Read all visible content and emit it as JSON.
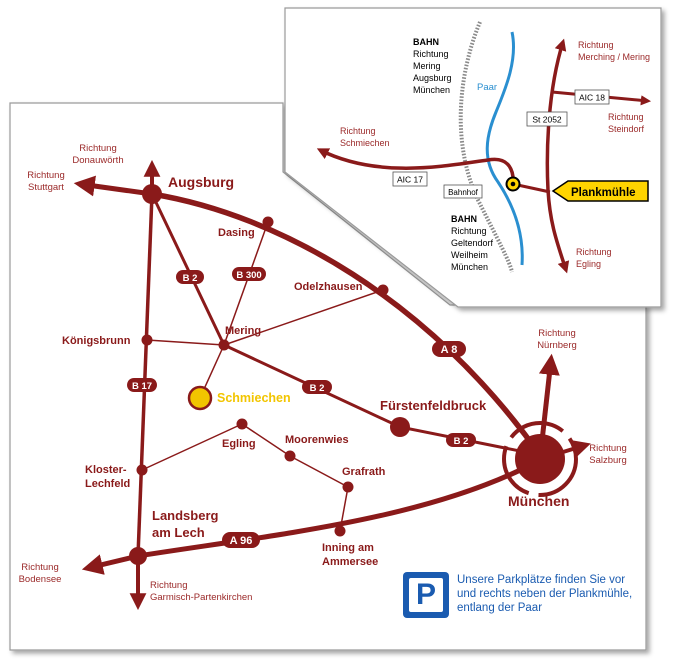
{
  "main_map": {
    "cities": {
      "augsburg": "Augsburg",
      "muenchen": "München",
      "landsberg_1": "Landsberg",
      "landsberg_2": "am Lech",
      "fuerstenfeldbruck": "Fürstenfeldbruck",
      "schmiechen": "Schmiechen"
    },
    "towns": {
      "dasing": "Dasing",
      "odelzhausen": "Odelzhausen",
      "mering": "Mering",
      "koenigsbrunn": "Königsbrunn",
      "egling": "Egling",
      "moorenwies": "Moorenwies",
      "grafrath": "Grafrath",
      "kloster_1": "Kloster-",
      "kloster_2": "Lechfeld",
      "inning_1": "Inning am",
      "inning_2": "Ammersee"
    },
    "directions": {
      "donauwoerth_1": "Richtung",
      "donauwoerth_2": "Donauwörth",
      "stuttgart_1": "Richtung",
      "stuttgart_2": "Stuttgart",
      "nuernberg_1": "Richtung",
      "nuernberg_2": "Nürnberg",
      "salzburg_1": "Richtung",
      "salzburg_2": "Salzburg",
      "bodensee_1": "Richtung",
      "bodensee_2": "Bodensee",
      "garmisch_1": "Richtung",
      "garmisch_2": "Garmisch-Partenkirchen"
    },
    "road_signs": {
      "b2_a": "B 2",
      "b300": "B 300",
      "b17": "B 17",
      "b2_b": "B 2",
      "b2_c": "B 2",
      "a8": "A 8",
      "a96": "A 96"
    }
  },
  "inset_map": {
    "bahn_north": [
      "BAHN",
      "Richtung",
      "Mering",
      "Augsburg",
      "München"
    ],
    "bahn_south": [
      "BAHN",
      "Richtung",
      "Geltendorf",
      "Weilheim",
      "München"
    ],
    "river": "Paar",
    "bahnhof": "Bahnhof",
    "plankmuehle": "Plankmühle",
    "road_signs": {
      "aic17": "AIC 17",
      "aic18": "AIC 18",
      "st2052": "St 2052"
    },
    "directions": {
      "merching_1": "Richtung",
      "merching_2": "Merching / Mering",
      "steindorf_1": "Richtung",
      "steindorf_2": "Steindorf",
      "schmiechen_1": "Richtung",
      "schmiechen_2": "Schmiechen",
      "egling_1": "Richtung",
      "egling_2": "Egling"
    }
  },
  "parking": {
    "icon_letter": "P",
    "lines": [
      "Unsere Parkplätze finden Sie vor",
      "und rechts neben der Plankmühle,",
      "entlang der Paar"
    ]
  },
  "colors": {
    "road": "#8a1a1a",
    "label": "#8a1a1a",
    "direction": "#9b2a2a",
    "river": "#2a8fd0",
    "schmiechen": "#f2c500",
    "parking_blue": "#1a5bb0",
    "plankmuehle_yellow": "#ffd400"
  }
}
